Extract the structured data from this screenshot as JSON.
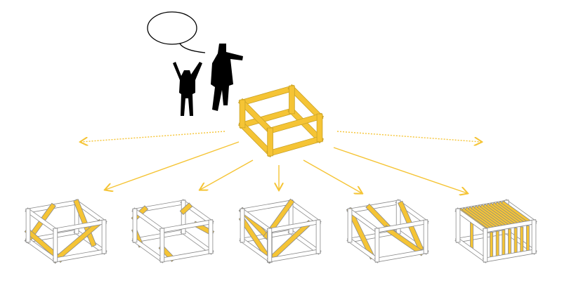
{
  "colors": {
    "accent": "#F5C435",
    "accent_outline": "#C9A227",
    "frame_outline": "#8a8a8a",
    "silhouette": "#000000"
  },
  "icons": {
    "speech_bubble": "speech-bubble-icon",
    "people": "people-silhouette-icon",
    "frame": "cube-frame-icon"
  },
  "variants": [
    {
      "name": "diagonal-bracing"
    },
    {
      "name": "corner-bracing"
    },
    {
      "name": "v-bracing"
    },
    {
      "name": "parallel-bracing"
    },
    {
      "name": "slat-infill"
    }
  ]
}
